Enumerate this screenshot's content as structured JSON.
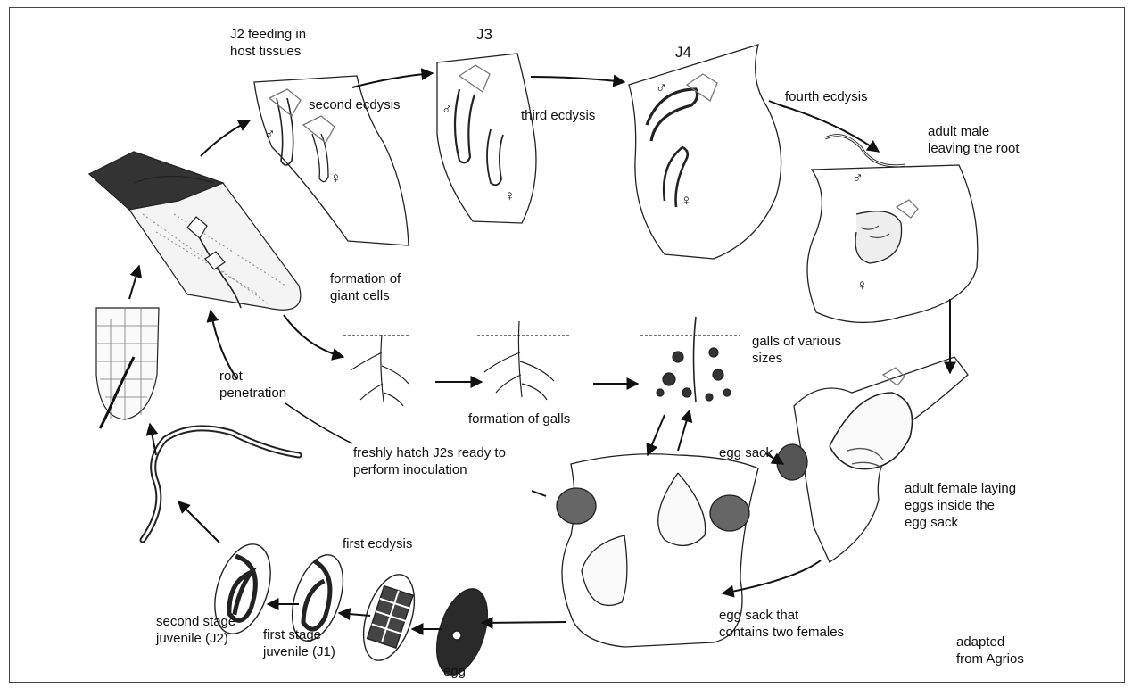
{
  "labels": {
    "j2_feeding": [
      "J2 feeding in",
      "host tissues"
    ],
    "j3": "J3",
    "j4": "J4",
    "second_ecdysis": "second ecdysis",
    "third_ecdysis": "third ecdysis",
    "fourth_ecdysis": "fourth ecdysis",
    "adult_male": [
      "adult male",
      "leaving the root"
    ],
    "formation_giant_cells": [
      "formation of",
      "giant cells"
    ],
    "galls_various_sizes": [
      "galls of various",
      "sizes"
    ],
    "formation_of_galls": "formation of galls",
    "root_penetration": [
      "root",
      "penetration"
    ],
    "freshly_hatch": [
      "freshly hatch J2s ready to",
      "perform inoculation"
    ],
    "egg_sack": "egg sack",
    "adult_female": [
      "adult female laying",
      "eggs inside the",
      "egg sack"
    ],
    "first_ecdysis": "first ecdysis",
    "second_stage": [
      "second stage",
      "juvenile (J2)"
    ],
    "first_stage": [
      "first stage",
      "juvenile (J1)"
    ],
    "egg": "egg",
    "egg_sack_two": [
      "egg sack that",
      "contains two females"
    ],
    "adapted": [
      "adapted",
      "from Agrios"
    ]
  },
  "symbols": {
    "male": "♂",
    "female": "♀"
  },
  "colors": {
    "ink": "#111111",
    "egg_fill": "#2a2a2a",
    "sack_fill": "#555555"
  }
}
